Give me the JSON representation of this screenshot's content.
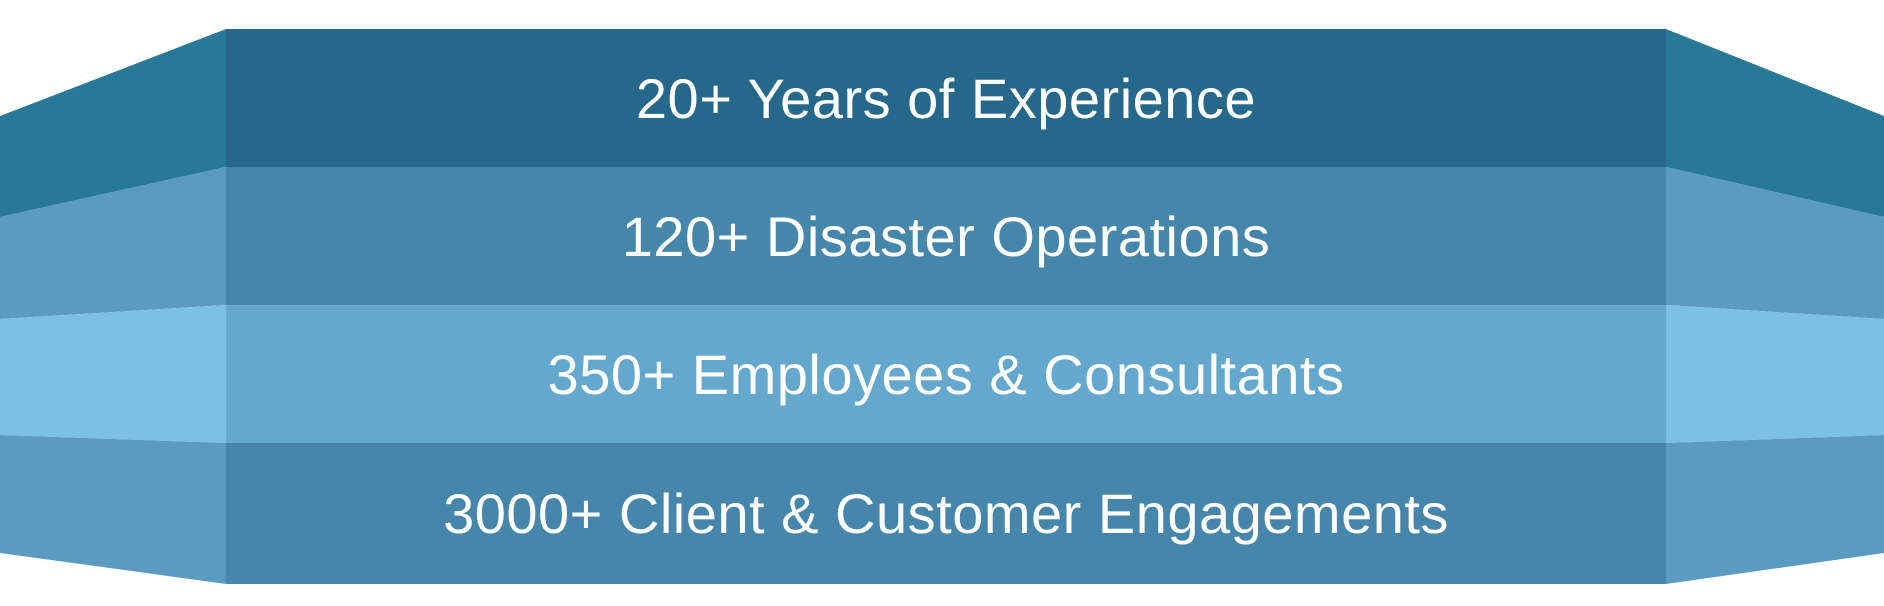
{
  "stats": {
    "items": [
      {
        "label": "20+ Years of Experience"
      },
      {
        "label": "120+ Disaster Operations"
      },
      {
        "label": "350+ Employees & Consultants"
      },
      {
        "label": "3000+ Client & Customer Engagements"
      }
    ]
  },
  "colors": {
    "band_1_center": "#25688a",
    "band_1_side": "#287897",
    "band_2_center": "#4686ab",
    "band_2_side": "#5b9bc2",
    "band_3_center": "#64a8cd",
    "band_3_side": "#7cc0e3",
    "band_4_center": "#4686ab",
    "band_4_side": "#5b9bc2"
  }
}
